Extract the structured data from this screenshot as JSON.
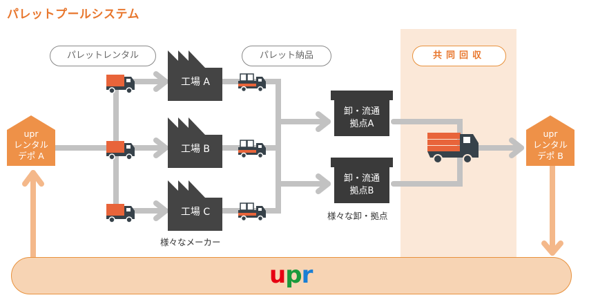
{
  "title": "パレットプールシステム",
  "labels": {
    "pallet_rental": "パレットレンタル",
    "pallet_delivery": "パレット納品",
    "joint_collection": "共同回収"
  },
  "depots": [
    {
      "line1": "upr",
      "line2": "レンタル",
      "line3": "デポ A"
    },
    {
      "line1": "upr",
      "line2": "レンタル",
      "line3": "デポ B"
    }
  ],
  "factories": [
    {
      "label": "工場 A"
    },
    {
      "label": "工場 B"
    },
    {
      "label": "工場 C"
    }
  ],
  "factories_caption": "様々なメーカー",
  "distribution_centers": [
    {
      "line1": "卸・流通",
      "line2": "拠点A"
    },
    {
      "line1": "卸・流通",
      "line2": "拠点B"
    }
  ],
  "distribution_caption": "様々な卸・拠点",
  "logo": {
    "u": "u",
    "p": "p",
    "r": "r"
  },
  "colors": {
    "accent_orange": "#e8772e",
    "depot_orange": "#ee9148",
    "truck_orange": "#e8643a",
    "dark": "#444444",
    "truck_dark": "#37424a",
    "arrow_gray": "#c2c2c2",
    "band": "#fbe8d8",
    "bar": "#f7d4b4",
    "logo_red": "#e60012",
    "logo_green": "#1a9a3c",
    "logo_blue": "#1a7fd4"
  }
}
